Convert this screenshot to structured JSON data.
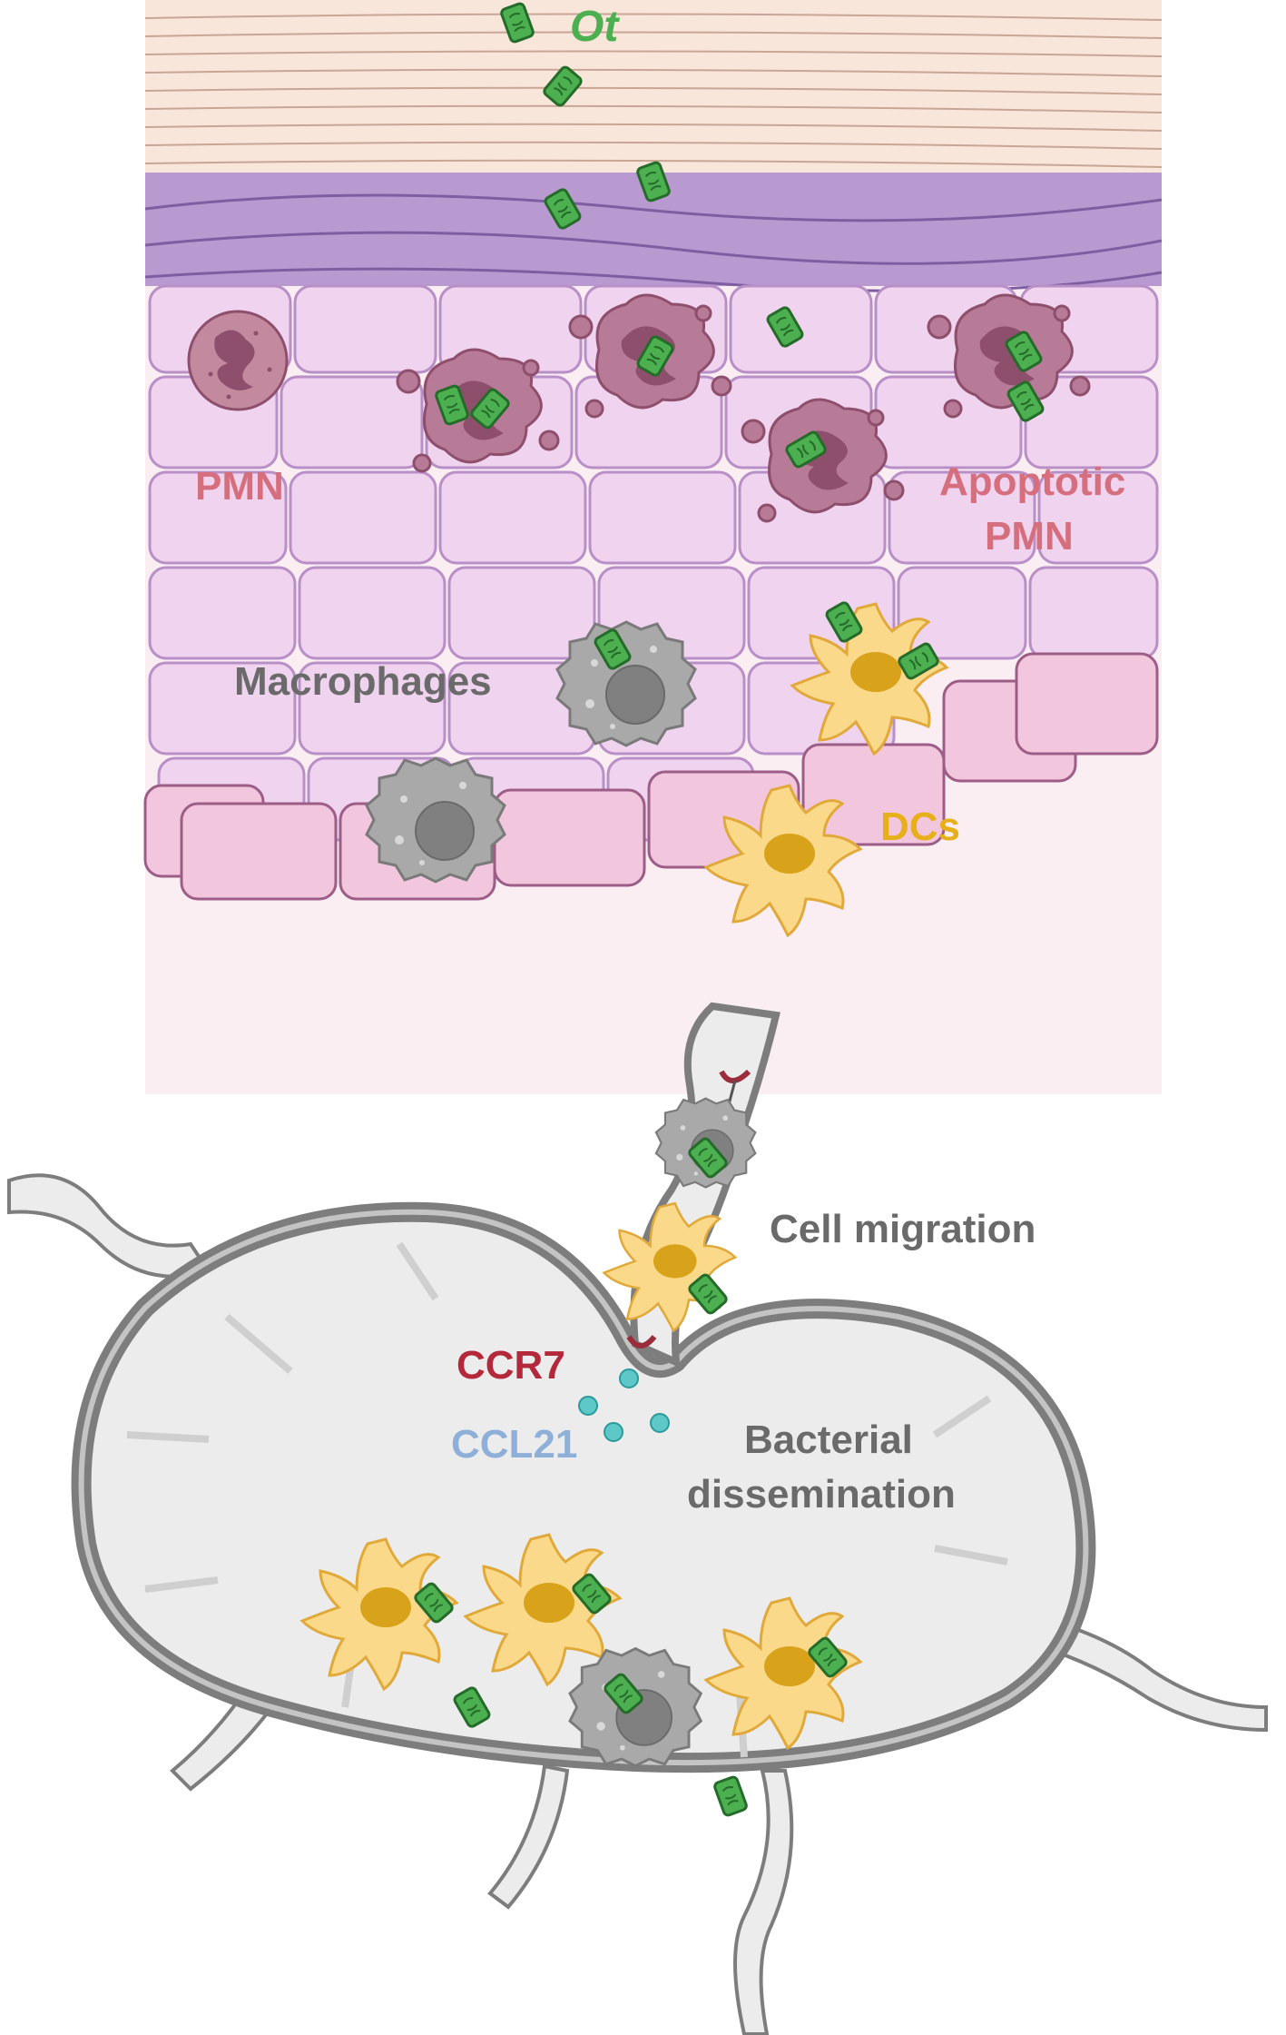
{
  "labels": {
    "ot": "Ot",
    "pmn": "PMN",
    "apoptotic_line1": "Apoptotic",
    "apoptotic_line2": "PMN",
    "macrophages": "Macrophages",
    "dcs": "DCs",
    "cell_migration": "Cell migration",
    "ccr7": "CCR7",
    "ccl21": "CCL21",
    "bacterial_line1": "Bacterial",
    "bacterial_line2": "dissemination"
  },
  "colors": {
    "skin_bg": "#fbeef3",
    "dermis_fiber": "#f6e0d2",
    "keratinocyte_fill": "#b89ad1",
    "cell_fill": "#f0d3ef",
    "cell_stroke": "#b98fc7",
    "basal_fill": "#f2c7de",
    "basal_stroke": "#9c5d86",
    "pmn_fill": "#b87b97",
    "pmn_nucleus": "#8e4f6c",
    "bacterium": "#4caf50",
    "bacterium_dark": "#256b2a",
    "macrophage": "#a7a7a7",
    "macrophage_nucleus": "#808080",
    "dc_fill": "#fbd98a",
    "dc_nucleus": "#d9a21b",
    "lymph_node": "#ececec",
    "lymph_rim": "#7d7d7d",
    "ccl21": "#5ec8c8",
    "ccr7": "#9b2c3a",
    "label_pmn": "#d66f7d",
    "label_grey": "#6a6a6a",
    "label_dc": "#e7b01a",
    "label_ccr7": "#b3283a",
    "label_ccl21": "#8eb0d8",
    "label_ot": "#4caf50"
  },
  "icons": [
    "bacterium-icon",
    "neutrophil-icon",
    "apoptotic-neutrophil-icon",
    "macrophage-icon",
    "dendritic-cell-icon",
    "lymph-node-icon",
    "chemokine-dot-icon",
    "receptor-icon"
  ]
}
